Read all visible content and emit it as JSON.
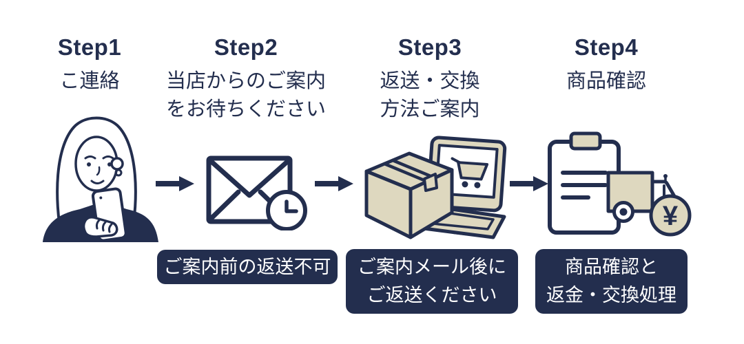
{
  "colors": {
    "navy": "#232e4e",
    "beige": "#ded8bf",
    "background": "#ffffff",
    "badge_bg": "#232e4e",
    "badge_text": "#ffffff"
  },
  "symbols": {
    "yen": "¥"
  },
  "steps": [
    {
      "title": "Step1",
      "subtitle_lines": [
        "こ連絡"
      ],
      "icon": "woman-with-smartphone",
      "badge_lines": []
    },
    {
      "title": "Step2",
      "subtitle_lines": [
        "当店からのご案内",
        "をお待ちください"
      ],
      "icon": "envelope-with-clock",
      "badge_lines": [
        "ご案内前の返送不可"
      ]
    },
    {
      "title": "Step3",
      "subtitle_lines": [
        "返送・交換",
        "方法ご案内"
      ],
      "icon": "shipping-box-and-laptop-cart",
      "badge_lines": [
        "ご案内メール後に",
        "ご返送ください"
      ]
    },
    {
      "title": "Step4",
      "subtitle_lines": [
        "商品確認"
      ],
      "icon": "clipboard-and-delivery-truck-yen",
      "badge_lines": [
        "商品確認と",
        "返金・交換処理"
      ]
    }
  ]
}
